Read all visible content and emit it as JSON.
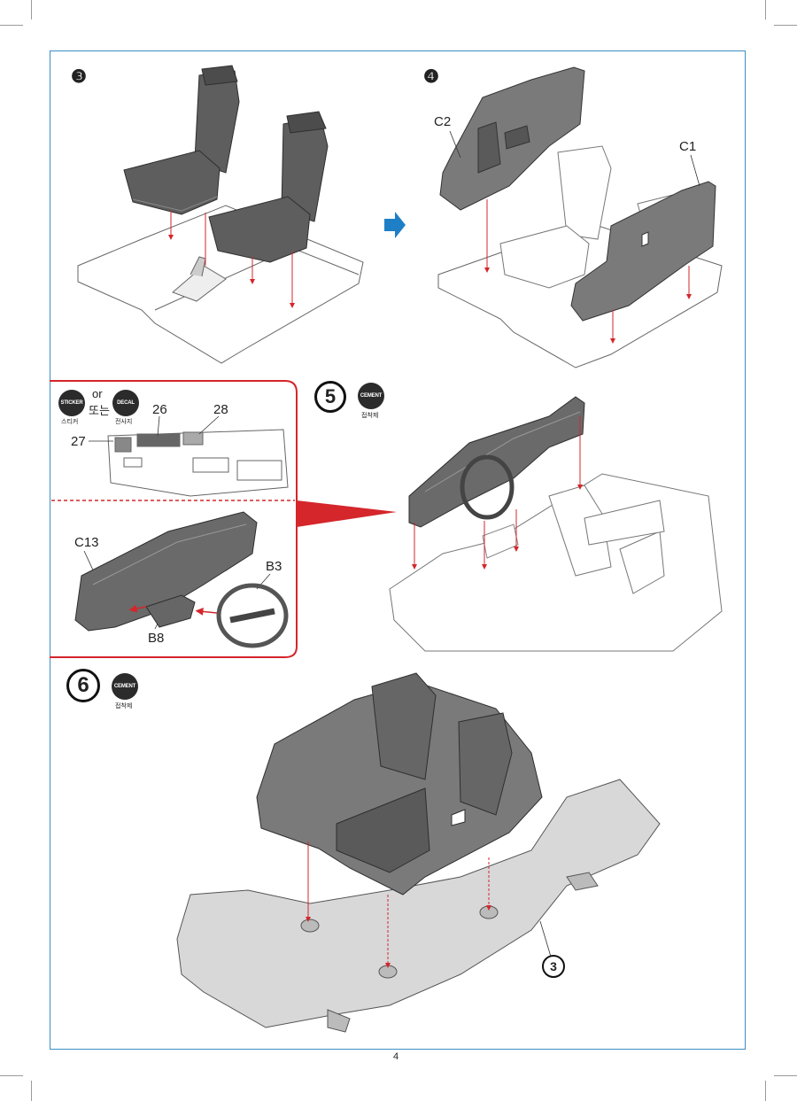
{
  "page_number": "4",
  "steps": {
    "s3": {
      "label": "❸"
    },
    "s4": {
      "label": "❹",
      "c2": "C2",
      "c1": "C1"
    },
    "s5": {
      "label": "5",
      "cement": "CEMENT",
      "cement_kr": "접착제"
    },
    "s6": {
      "label": "6",
      "cement": "CEMENT",
      "cement_kr": "접착제",
      "ref": "3"
    }
  },
  "inset": {
    "sticker": "STICKER",
    "sticker_kr": "스티커",
    "or": "or",
    "or_kr": "또는",
    "decal": "DECAL",
    "decal_kr": "전사지",
    "n26": "26",
    "n27": "27",
    "n28": "28",
    "c13": "C13",
    "b3": "B3",
    "b8": "B8"
  },
  "colors": {
    "frame": "#3a8fc4",
    "inset": "#d4262b",
    "arrow_blue": "#1f7fc6",
    "part_gray": "#7a7a7a"
  }
}
